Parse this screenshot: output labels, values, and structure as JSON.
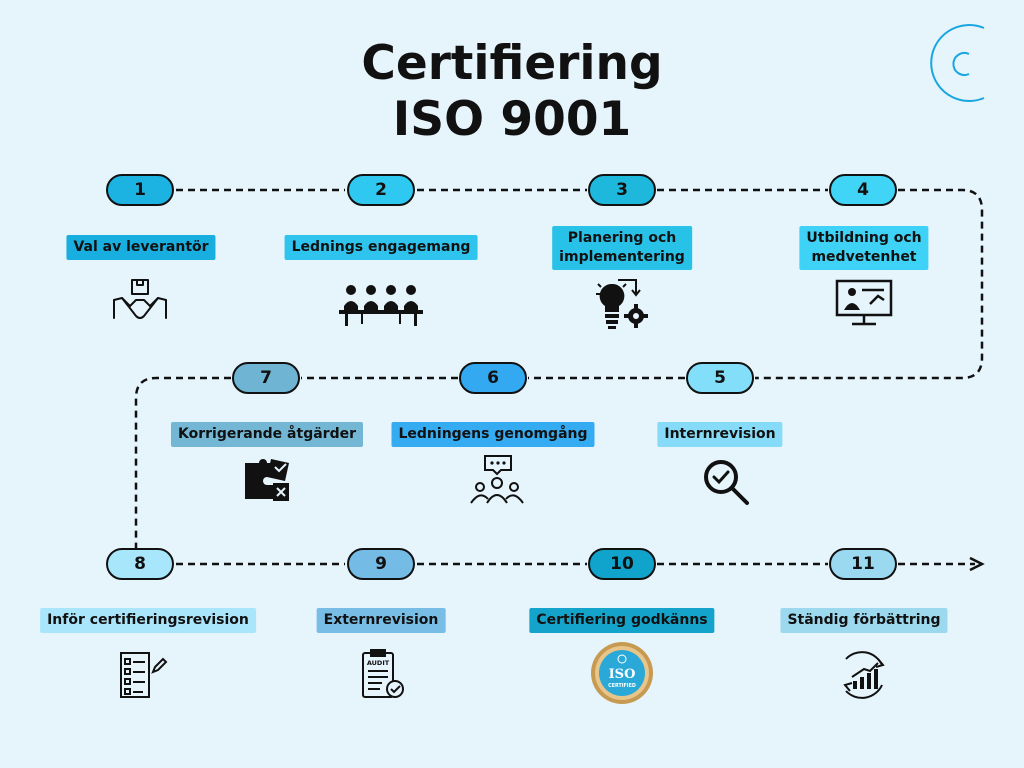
{
  "title_line1": "Certifiering",
  "title_line2": "ISO 9001",
  "logo": {
    "icon": "c-logo-icon",
    "color": "#19a6e0"
  },
  "steps": [
    {
      "number": "1",
      "label": "Val av leverantör",
      "pill_color": "#1cb3e2",
      "label_color": "#19aee0",
      "icon": "handshake-icon"
    },
    {
      "number": "2",
      "label": "Lednings engagemang",
      "pill_color": "#2ec8f0",
      "label_color": "#2fc4ee",
      "icon": "meeting-icon"
    },
    {
      "number": "3",
      "label": "Planering och\nimplementering",
      "pill_color": "#1fb8dd",
      "label_color": "#28c2e8",
      "icon": "lightbulb-gear-icon"
    },
    {
      "number": "4",
      "label": "Utbildning och\nmedvetenhet",
      "pill_color": "#40d4f7",
      "label_color": "#3ed2f6",
      "icon": "presentation-icon"
    },
    {
      "number": "5",
      "label": "Internrevision",
      "pill_color": "#83def9",
      "label_color": "#86dcf8",
      "icon": "magnifier-check-icon"
    },
    {
      "number": "6",
      "label": "Ledningens genomgång",
      "pill_color": "#33a9f2",
      "label_color": "#35abf2",
      "icon": "team-chat-icon"
    },
    {
      "number": "7",
      "label": "Korrigerande åtgärder",
      "pill_color": "#6fb5d3",
      "label_color": "#73b7d4",
      "icon": "puzzle-icon"
    },
    {
      "number": "8",
      "label": "Inför certifieringsrevision",
      "pill_color": "#a8e6fb",
      "label_color": "#aae6fb",
      "icon": "checklist-icon"
    },
    {
      "number": "9",
      "label": "Externrevision",
      "pill_color": "#74bbe6",
      "label_color": "#77bde6",
      "icon": "audit-clipboard-icon"
    },
    {
      "number": "10",
      "label": "Certifiering godkänns",
      "pill_color": "#10a3cb",
      "label_color": "#14a4cb",
      "icon": "iso-certified-badge-icon",
      "badge_text": "ISO",
      "badge_subtext": "CERTIFIED"
    },
    {
      "number": "11",
      "label": "Ständig förbättring",
      "pill_color": "#9ad9ef",
      "label_color": "#9cd9ef",
      "icon": "growth-chart-icon"
    }
  ]
}
